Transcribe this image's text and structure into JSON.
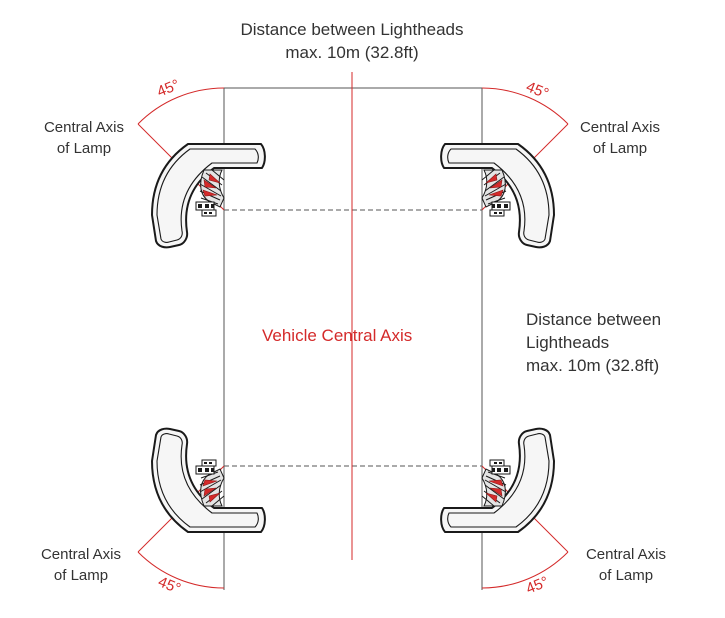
{
  "top_label": {
    "line1": "Distance between Lightheads",
    "line2": "max. 10m (32.8ft)"
  },
  "side_label": {
    "line1": "Distance between",
    "line2": "Lightheads",
    "line3": "max. 10m (32.8ft)"
  },
  "center_label": "Vehicle Central Axis",
  "lamp_axis_labels": {
    "top_left": {
      "line1": "Central Axis",
      "line2": "of Lamp"
    },
    "top_right": {
      "line1": "Central Axis",
      "line2": "of Lamp"
    },
    "bottom_left": {
      "line1": "Central Axis",
      "line2": "of Lamp"
    },
    "bottom_right": {
      "line1": "Central Axis",
      "line2": "of Lamp"
    }
  },
  "angle_labels": {
    "top_left": "45°",
    "top_right": "45°",
    "bottom_left": "45°",
    "bottom_right": "45°"
  },
  "colors": {
    "red": "#d42a2a",
    "line": "#555555",
    "text": "#333333",
    "lamp_fill": "#f6f6f6",
    "lamp_stroke": "#1a1a1a"
  }
}
